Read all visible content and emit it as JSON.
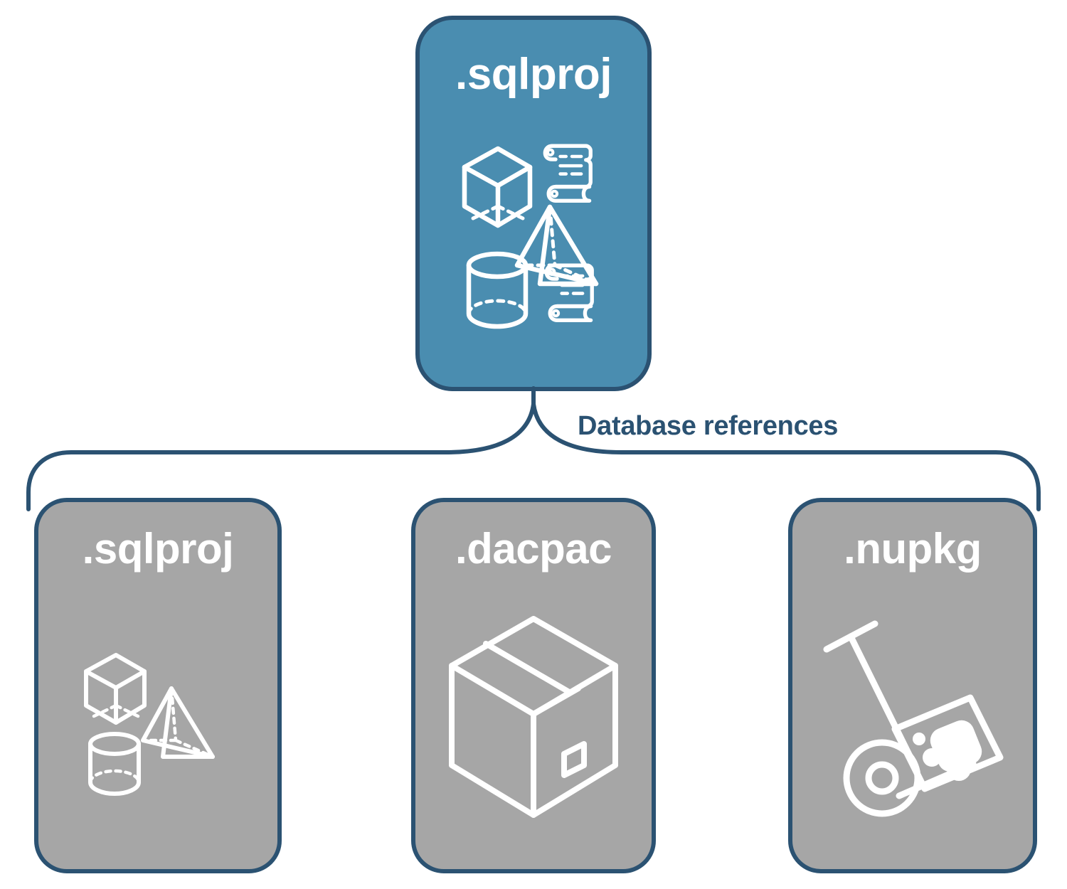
{
  "diagram": {
    "title_text_visible": false,
    "colors": {
      "root_card_fill": "#4a8db0",
      "leaf_card_fill": "#a6a6a6",
      "card_border": "#2b5272",
      "connector_stroke": "#2b5272",
      "label_text": "#2b5272",
      "icon_stroke": "#ffffff",
      "background": "#ffffff"
    },
    "connector": {
      "label": "Database references",
      "type": "bracket",
      "orientation": "top-to-three-children"
    },
    "root": {
      "label": ".sqlproj",
      "icons": [
        "cube-icon",
        "scroll-icon",
        "pyramid-icon",
        "cylinder-icon",
        "scroll-icon"
      ]
    },
    "children": [
      {
        "label": ".sqlproj",
        "icons": [
          "cube-icon",
          "pyramid-icon",
          "cylinder-icon"
        ]
      },
      {
        "label": ".dacpac",
        "icons": [
          "package-box-icon"
        ]
      },
      {
        "label": ".nupkg",
        "icons": [
          "hand-truck-package-icon"
        ]
      }
    ]
  }
}
